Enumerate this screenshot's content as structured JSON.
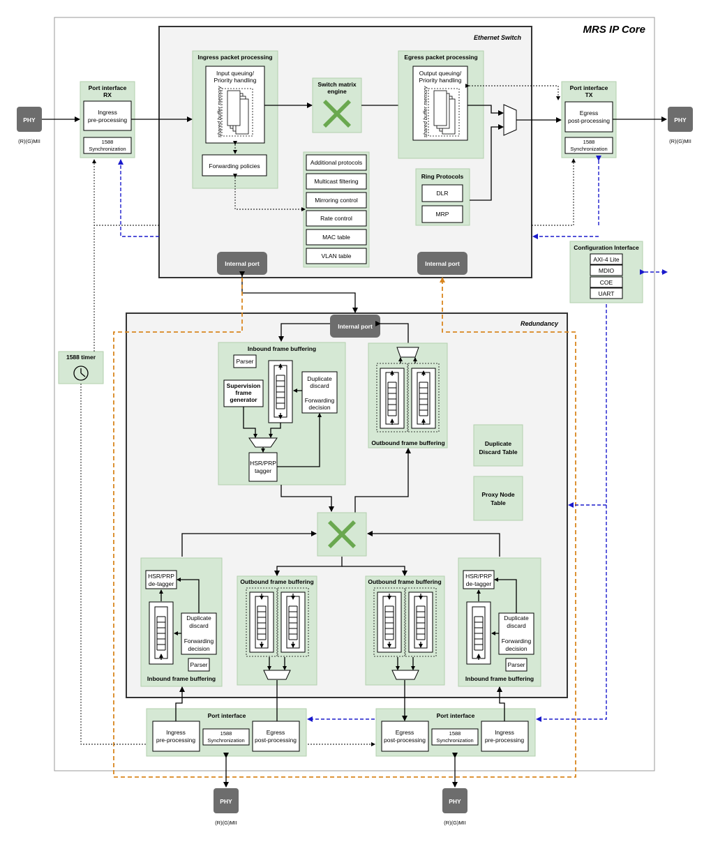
{
  "colors": {
    "green_fill": "#d5e8d4",
    "green_stroke": "#b2cfad",
    "gray_port": "#6d6d6d",
    "blue_link": "#1a1acc",
    "orange_link": "#d9861f",
    "switch_x": "#6aa84f"
  },
  "labels": {
    "core_title": "MRS IP Core",
    "ethernet_switch": "Ethernet Switch",
    "redundancy": "Redundancy",
    "phy": "PHY",
    "mii": "(R)(G)MII",
    "port_rx": "Port interface RX",
    "port_rx_l1": "Port interface",
    "port_rx_l2": "RX",
    "port_tx_l1": "Port interface",
    "port_tx_l2": "TX",
    "ingress_l1": "Ingress",
    "ingress_l2": "pre-processing",
    "egress_l1": "Egress",
    "egress_l2": "post-processing",
    "sync_l1": "1588",
    "sync_l2": "Synchronization",
    "ingress_pkt": "Ingress packet processing",
    "egress_pkt": "Egress packet processing",
    "input_q_l1": "Input queuing/",
    "input_q_l2": "Priority handling",
    "output_q_l1": "Output queuing/",
    "output_q_l2": "Priority handling",
    "shared_mem": "shared buffer memory",
    "fwd_policies": "Forwarding policies",
    "switch_matrix_l1": "Switch matrix",
    "switch_matrix_l2": "engine",
    "add_protocols": "Additional protocols",
    "multicast": "Multicast filtering",
    "mirroring": "Mirroring control",
    "rate": "Rate control",
    "mac_table": "MAC table",
    "vlan_table": "VLAN table",
    "ring_protocols": "Ring Protocols",
    "dlr": "DLR",
    "mrp": "MRP",
    "internal_port": "Internal port",
    "config_if": "Configuration Interface",
    "axi": "AXI-4 Lite",
    "mdio": "MDIO",
    "coe": "COE",
    "uart": "UART",
    "timer_1588": "1588 timer",
    "inbound_buf": "Inbound frame buffering",
    "outbound_buf": "Outbound frame buffering",
    "parser": "Parser",
    "supervision_l1": "Supervision",
    "supervision_l2": "frame",
    "supervision_l3": "generator",
    "dup_discard_l1": "Duplicate",
    "dup_discard_l2": "discard",
    "fwd_decision_l1": "Forwarding",
    "fwd_decision_l2": "decision",
    "hsr_tagger_l1": "HSR/PRP",
    "hsr_tagger_l2": "tagger",
    "hsr_detagger_l1": "HSR/PRP",
    "hsr_detagger_l2": "de-tagger",
    "dup_table_l1": "Duplicate",
    "dup_table_l2": "Discard Table",
    "proxy_table_l1": "Proxy Node",
    "proxy_table_l2": "Table",
    "port_interface": "Port interface"
  }
}
